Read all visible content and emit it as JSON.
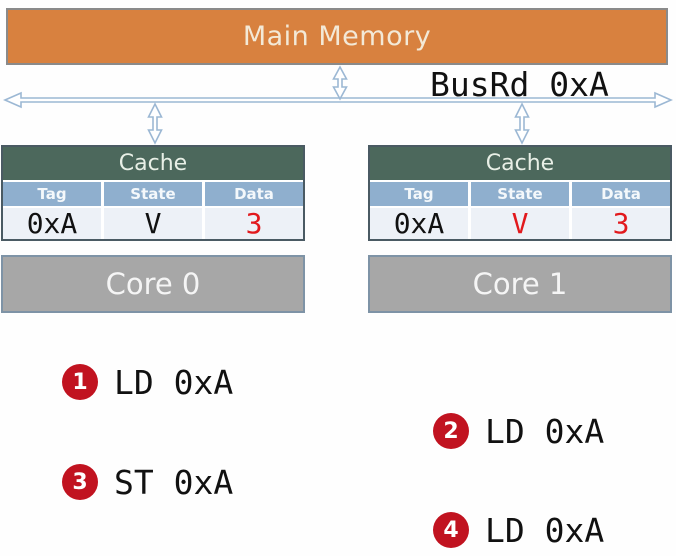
{
  "memory": {
    "label": "Main Memory"
  },
  "bus": {
    "label": "BusRd 0xA"
  },
  "caches": [
    {
      "header": "Cache",
      "columns": [
        "Tag",
        "State",
        "Data"
      ],
      "row": [
        {
          "text": "0xA",
          "color": "#111111"
        },
        {
          "text": "V",
          "color": "#111111"
        },
        {
          "text": "3",
          "color": "#e2191d"
        }
      ],
      "core": {
        "label": "Core 0"
      }
    },
    {
      "header": "Cache",
      "columns": [
        "Tag",
        "State",
        "Data"
      ],
      "row": [
        {
          "text": "0xA",
          "color": "#111111"
        },
        {
          "text": "V",
          "color": "#e2191d"
        },
        {
          "text": "3",
          "color": "#e2191d"
        }
      ],
      "core": {
        "label": "Core 1"
      }
    }
  ],
  "steps": [
    {
      "num": "1",
      "op": "LD 0xA"
    },
    {
      "num": "2",
      "op": "LD 0xA"
    },
    {
      "num": "3",
      "op": "ST 0xA"
    },
    {
      "num": "4",
      "op": "LD 0xA"
    }
  ],
  "colors": {
    "memory_fill": "#d8813f",
    "memory_border": "#8a8a8a",
    "cache_header_fill": "#4c685c",
    "column_header_fill": "#8fafce",
    "data_row_fill": "#edf1f7",
    "core_fill": "#a7a7a7",
    "core_border": "#7e93a6",
    "arrow_stroke": "#9cb8d4",
    "step_circle": "#c11320",
    "highlight_red": "#e2191d"
  }
}
